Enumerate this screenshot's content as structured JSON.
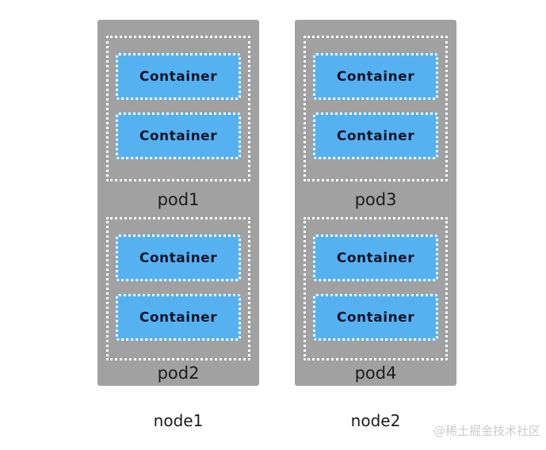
{
  "diagram": {
    "nodes": [
      {
        "label": "node1",
        "pods": [
          {
            "label": "pod1",
            "containers": [
              "Container",
              "Container"
            ]
          },
          {
            "label": "pod2",
            "containers": [
              "Container",
              "Container"
            ]
          }
        ]
      },
      {
        "label": "node2",
        "pods": [
          {
            "label": "pod3",
            "containers": [
              "Container",
              "Container"
            ]
          },
          {
            "label": "pod4",
            "containers": [
              "Container",
              "Container"
            ]
          }
        ]
      }
    ]
  },
  "watermark": "@稀土掘金技术社区",
  "colors": {
    "node_bg": "#a1a1a1",
    "container_bg": "#56b1f0",
    "dotted_border": "#ffffff",
    "container_text": "#111426",
    "label_text": "#1c1c1c",
    "watermark_text": "#cbcbcb",
    "page_bg": "#ffffff"
  }
}
